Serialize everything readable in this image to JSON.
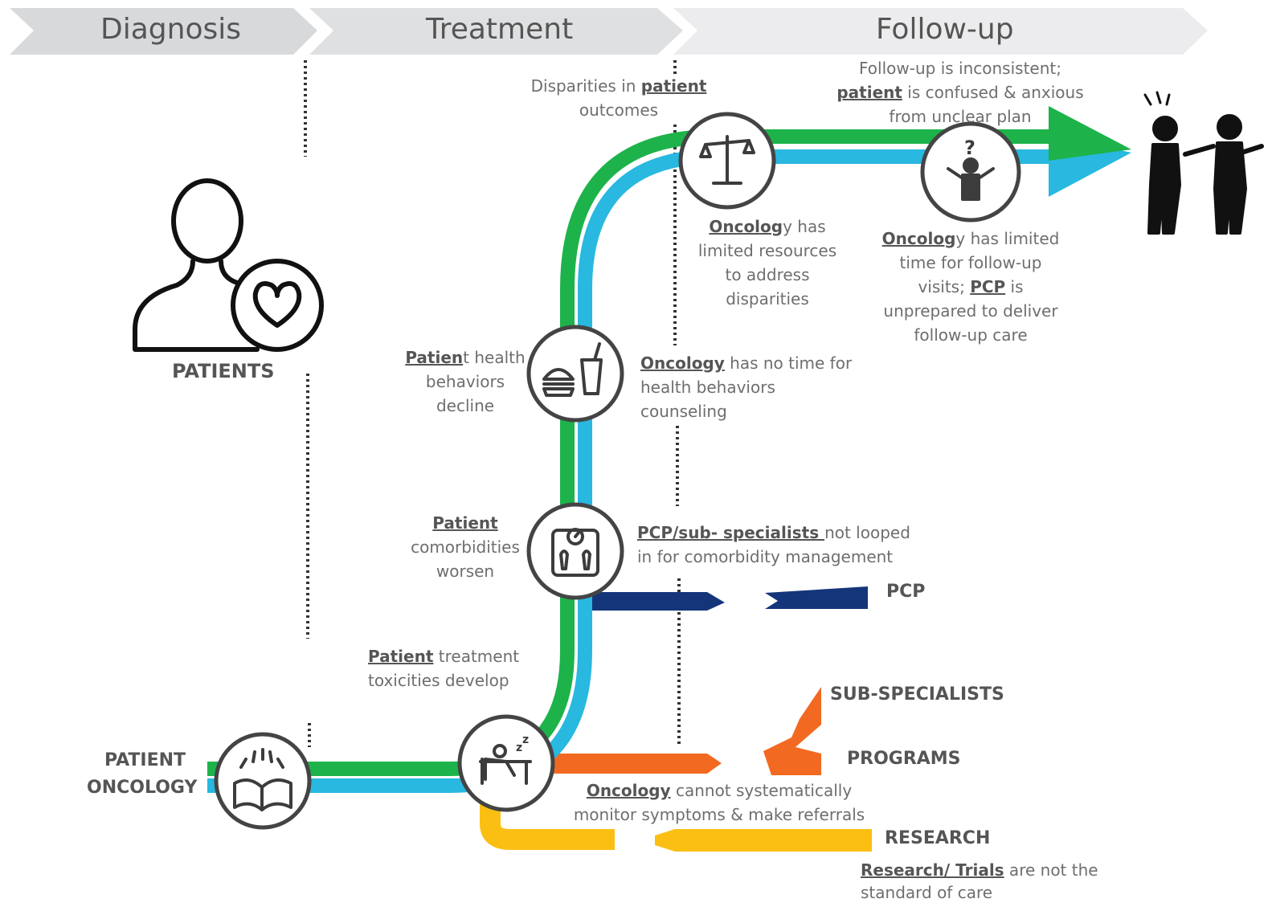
{
  "stages": [
    "Diagnosis",
    "Treatment",
    "Follow-up"
  ],
  "actors": {
    "patients": "PATIENTS",
    "patient": "PATIENT",
    "oncology": "ONCOLOGY",
    "pcp": "PCP",
    "sub_specialists": "SUB-SPECIALISTS",
    "programs": "PROGRAMS",
    "research": "RESEARCH"
  },
  "labels": {
    "disparities": {
      "pre": "Disparities in ",
      "u": "patient",
      "line2": "outcomes"
    },
    "followup_inconsistent": {
      "line1": "Follow-up is inconsistent;",
      "u": "patient",
      "line2": " is confused & anxious",
      "line3": "from unclear plan"
    },
    "oncology_resources": {
      "u": "Oncolog",
      "rest": "y has",
      "line2": "limited resources",
      "line3": "to address",
      "line4": "disparities"
    },
    "oncology_followup": {
      "u": "Oncolog",
      "rest": "y has limited",
      "line2": "time for follow-up",
      "line3_pre": "visits; ",
      "line3_u": "PCP",
      "line3_post": " is",
      "line4": "unprepared to deliver",
      "line5": "follow-up care"
    },
    "health_behaviors": {
      "u": "Patien",
      "rest": "t health",
      "line2": "behaviors",
      "line3": "decline"
    },
    "no_time_counseling": {
      "u": "Oncology",
      "rest": " has no time for",
      "line2": "health behaviors",
      "line3": "counseling"
    },
    "comorbidities": {
      "u": "Patient",
      "line2": "comorbidities",
      "line3": "worsen"
    },
    "pcp_not_looped": {
      "u": "PCP/sub- specialists ",
      "rest": "not looped",
      "line2": "in for comorbidity management"
    },
    "toxicities": {
      "u": "Patient",
      "rest": " treatment",
      "line2": "toxicities develop"
    },
    "cannot_monitor": {
      "u": "Oncology",
      "rest": " cannot systematically",
      "line2": "monitor symptoms & make referrals"
    },
    "trials": {
      "u": "Research/ Trials",
      "rest": " are not the",
      "line2": "standard of care"
    }
  },
  "colors": {
    "patient_path": "#1db34a",
    "oncology_path": "#28b8e0",
    "pcp_path": "#15357a",
    "programs_path": "#f26a21",
    "research_path": "#fbbf14",
    "chevron": "#d5d6d8",
    "icon": "#3c3c3c"
  },
  "icons": [
    "patient-heart-icon",
    "book-icon",
    "sleeping-person-icon",
    "scale-icon",
    "food-icon",
    "balance-icon",
    "confused-person-icon",
    "doctor-patient-icon"
  ]
}
